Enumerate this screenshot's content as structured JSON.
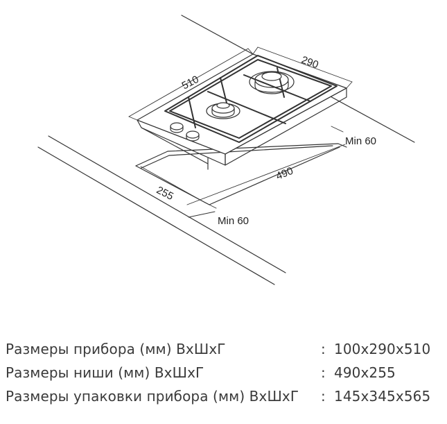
{
  "diagram": {
    "dimensions": {
      "width_top": "510",
      "depth_top": "290",
      "cutout_width": "490",
      "cutout_depth": "255",
      "min_right": "Min 60",
      "min_front": "Min 60"
    }
  },
  "specs": [
    {
      "label": "Размеры прибора (мм) ВхШхГ",
      "sep": ":",
      "value": "100x290x510"
    },
    {
      "label": "Размеры ниши (мм) ВхШхГ",
      "sep": ":",
      "value": "490x255"
    },
    {
      "label": "Размеры упаковки прибора (мм) ВхШхГ",
      "sep": ":",
      "value": "145x345x565"
    }
  ]
}
